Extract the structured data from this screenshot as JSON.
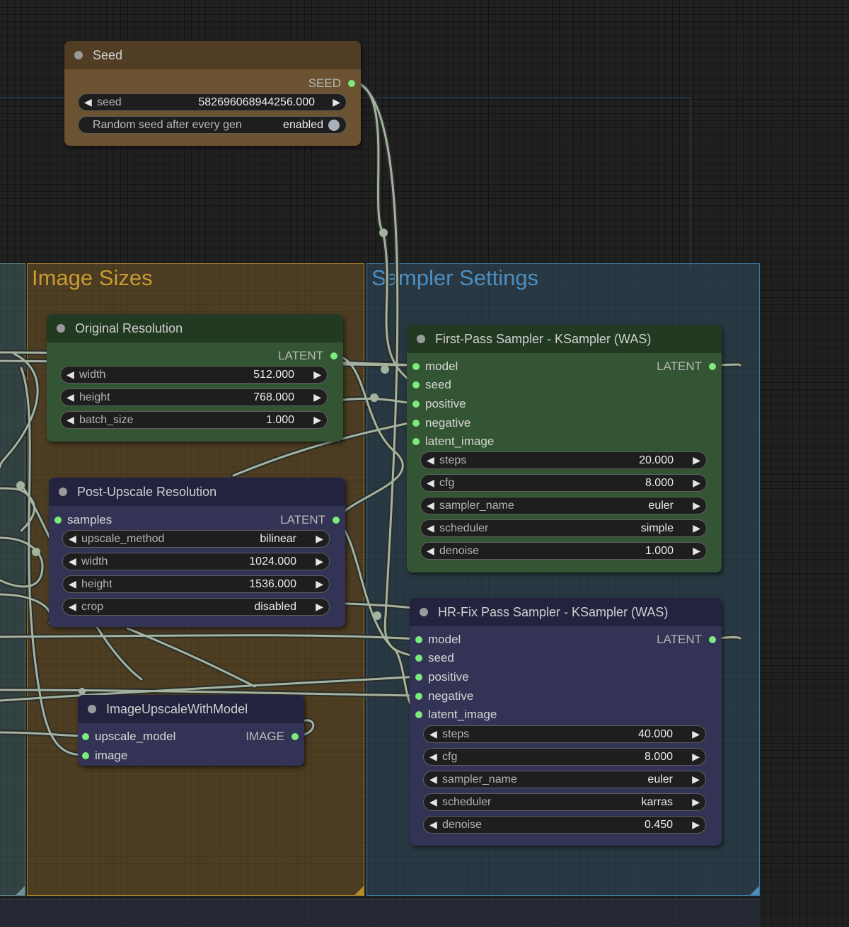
{
  "groups": {
    "image_sizes": {
      "title": "Image Sizes",
      "color": "#b58b2a"
    },
    "sampler_settings": {
      "title": "Sampler Settings",
      "color": "#3f789e"
    }
  },
  "seed_node": {
    "title": "Seed",
    "output": "SEED",
    "seed": {
      "label": "seed",
      "value": "582696068944256.000"
    },
    "toggle": {
      "label": "Random seed after every gen",
      "value": "enabled"
    }
  },
  "original_resolution": {
    "title": "Original Resolution",
    "output": "LATENT",
    "widgets": [
      {
        "label": "width",
        "value": "512.000"
      },
      {
        "label": "height",
        "value": "768.000"
      },
      {
        "label": "batch_size",
        "value": "1.000"
      }
    ]
  },
  "post_upscale": {
    "title": "Post-Upscale Resolution",
    "input": "samples",
    "output": "LATENT",
    "widgets": [
      {
        "label": "upscale_method",
        "value": "bilinear"
      },
      {
        "label": "width",
        "value": "1024.000"
      },
      {
        "label": "height",
        "value": "1536.000"
      },
      {
        "label": "crop",
        "value": "disabled"
      }
    ]
  },
  "image_upscale": {
    "title": "ImageUpscaleWithModel",
    "inputs": [
      "upscale_model",
      "image"
    ],
    "output": "IMAGE"
  },
  "first_pass": {
    "title": "First-Pass Sampler - KSampler (WAS)",
    "inputs": [
      "model",
      "seed",
      "positive",
      "negative",
      "latent_image"
    ],
    "output": "LATENT",
    "widgets": [
      {
        "label": "steps",
        "value": "20.000"
      },
      {
        "label": "cfg",
        "value": "8.000"
      },
      {
        "label": "sampler_name",
        "value": "euler"
      },
      {
        "label": "scheduler",
        "value": "simple"
      },
      {
        "label": "denoise",
        "value": "1.000"
      }
    ]
  },
  "hr_fix": {
    "title": "HR-Fix Pass Sampler - KSampler (WAS)",
    "inputs": [
      "model",
      "seed",
      "positive",
      "negative",
      "latent_image"
    ],
    "output": "LATENT",
    "widgets": [
      {
        "label": "steps",
        "value": "40.000"
      },
      {
        "label": "cfg",
        "value": "8.000"
      },
      {
        "label": "sampler_name",
        "value": "euler"
      },
      {
        "label": "scheduler",
        "value": "karras"
      },
      {
        "label": "denoise",
        "value": "0.450"
      }
    ]
  },
  "icons": {
    "decrement": "◀",
    "increment": "▶"
  },
  "colors": {
    "slot_dot": "#7dea7d",
    "seed_node_body": "#6b5230",
    "green_node_body": "#335533",
    "blue_node_body": "#333355",
    "wire": "#9aa89a"
  }
}
